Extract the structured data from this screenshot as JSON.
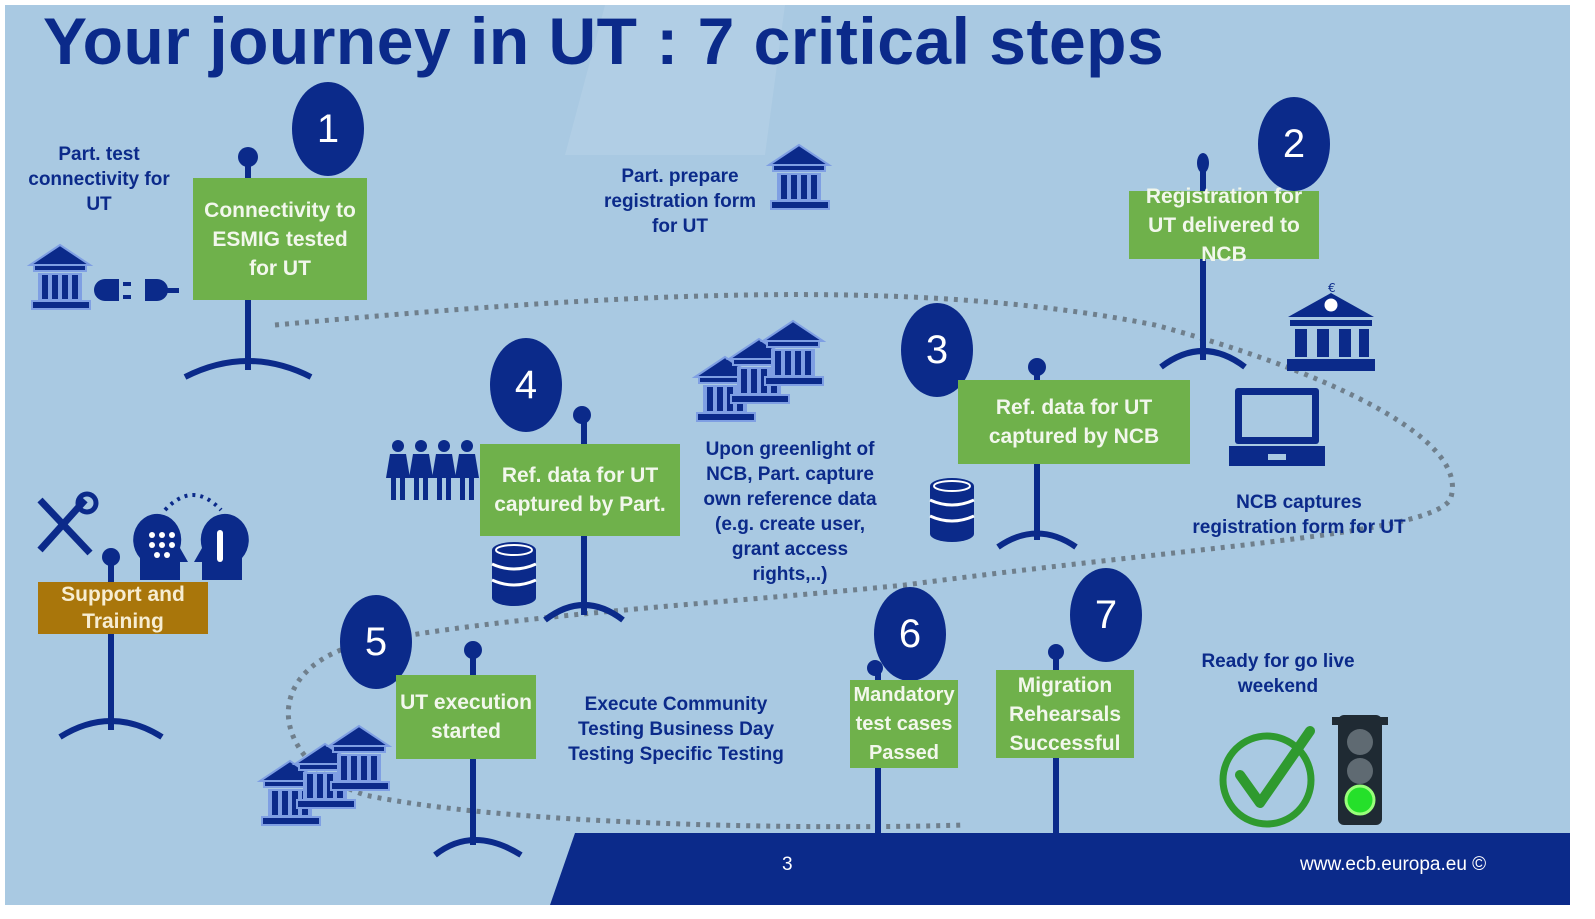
{
  "title": "Your journey in UT : 7 critical steps",
  "steps": [
    {
      "number": "1",
      "label": "Connectivity to ESMIG tested for UT",
      "note": "Part. test connectivity for UT"
    },
    {
      "number": "2",
      "label": "Registration for UT delivered to NCB",
      "note": "Part. prepare registration form for UT"
    },
    {
      "number": "3",
      "label": "Ref. data for UT captured  by NCB",
      "note": "NCB captures registration form for UT"
    },
    {
      "number": "4",
      "label": "Ref. data for UT captured  by Part.",
      "note": "Upon greenlight of NCB, Part. capture own reference data (e.g. create user, grant access rights,..)"
    },
    {
      "number": "5",
      "label": "UT execution started",
      "note": "Execute Community Testing Business Day Testing Specific Testing"
    },
    {
      "number": "6",
      "label": "Mandatory test  cases Passed"
    },
    {
      "number": "7",
      "label": "Migration Rehearsals Successful",
      "note": "Ready for go live weekend"
    }
  ],
  "support": {
    "label": "Support and Training"
  },
  "footer": {
    "page_number": "3",
    "url": "www.ecb.europa.eu ©"
  },
  "colors": {
    "background": "#a9c9e2",
    "navy": "#0b2a8a",
    "sign_green": "#6fb14b",
    "sign_brown": "#a9760b",
    "footer": "#0b2a8a",
    "check_green": "#2f9a2f"
  },
  "icons": [
    "bank-icon",
    "plug-icon",
    "people-icon",
    "database-icon",
    "laptop-icon",
    "euro-bank-icon",
    "tools-icon",
    "heads-icon",
    "checkmark-icon",
    "traffic-light-icon"
  ]
}
